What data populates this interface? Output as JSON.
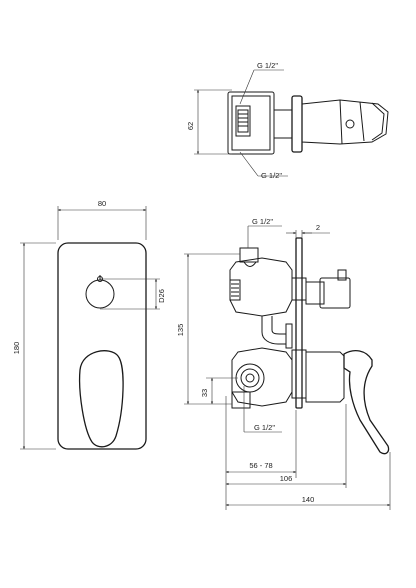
{
  "dimensions": {
    "top_g_upper": "G 1/2\"",
    "top_g_lower": "G 1/2\"",
    "top_height": "62",
    "front_width": "80",
    "front_height": "180",
    "front_knob": "D26",
    "side_g_top": "G 1/2\"",
    "side_plate": "2",
    "side_height": "135",
    "side_outlet": "33",
    "side_g_bottom": "G 1/2\"",
    "side_depth_range": "56 - 78",
    "side_depth_body": "106",
    "side_depth_total": "140"
  }
}
